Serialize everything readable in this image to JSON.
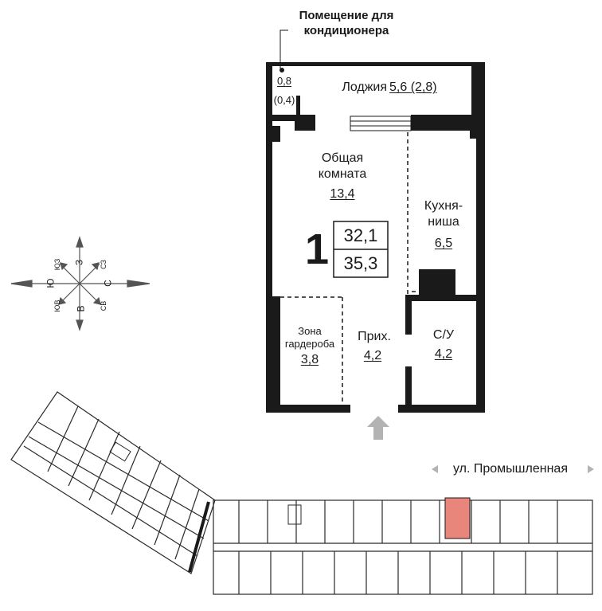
{
  "plan": {
    "ac_room_caption": "Помещение для кондиционера",
    "ac_room_area": "0,8",
    "ac_room_area_reduced": "(0,4)",
    "loggia_label": "Лоджия",
    "loggia_area": "5,6 (2,8)",
    "living_room_label": "Общая комната",
    "living_room_area": "13,4",
    "kitchen_label": "Кухня-ниша",
    "kitchen_area": "6,5",
    "wardrobe_label": "Зона гардероба",
    "wardrobe_area": "3,8",
    "hall_label": "Прих.",
    "hall_area": "4,2",
    "bathroom_label": "С/У",
    "bathroom_area": "4,2",
    "rooms_count": "1",
    "living_area_total": "32,1",
    "total_area": "35,3"
  },
  "compass": {
    "n": "С",
    "s": "Ю",
    "e": "В",
    "w": "З",
    "ne": "СВ",
    "nw": "СЗ",
    "se": "ЮВ",
    "sw": "ЮЗ"
  },
  "site": {
    "street_label": "ул. Промышленная",
    "highlight_color": "#e8867c"
  },
  "colors": {
    "wall": "#1a1a1a",
    "arrow": "#b3b3b3"
  }
}
